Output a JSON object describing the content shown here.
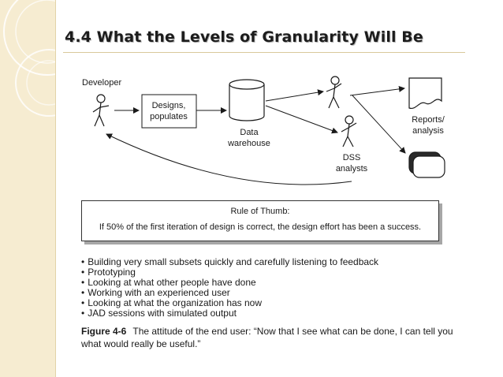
{
  "slide": {
    "title": "4.4 What the Levels of Granularity Will Be"
  },
  "diagram": {
    "developer_label": "Developer",
    "process_line1": "Designs,",
    "process_line2": "populates",
    "warehouse_line1": "Data",
    "warehouse_line2": "warehouse",
    "dss_line1": "DSS",
    "dss_line2": "analysts",
    "reports_line1": "Reports/",
    "reports_line2": "analysis"
  },
  "rule_of_thumb": {
    "title": "Rule of Thumb:",
    "text": "If 50% of the first iteration of design is correct, the design effort has been a success."
  },
  "bullets": [
    "Building very small subsets quickly and carefully listening to feedback",
    "Prototyping",
    "Looking at what other people have done",
    "Working with an experienced user",
    "Looking at what the organization has now",
    "JAD sessions with simulated output"
  ],
  "figure": {
    "label": "Figure 4-6",
    "caption": "The attitude of the end user: “Now that I see what can be done, I can tell you what would really be useful.”"
  },
  "colors": {
    "band": "#f6ecd1",
    "ink": "#1a1a1a",
    "shadow": "#a6a6a6"
  }
}
